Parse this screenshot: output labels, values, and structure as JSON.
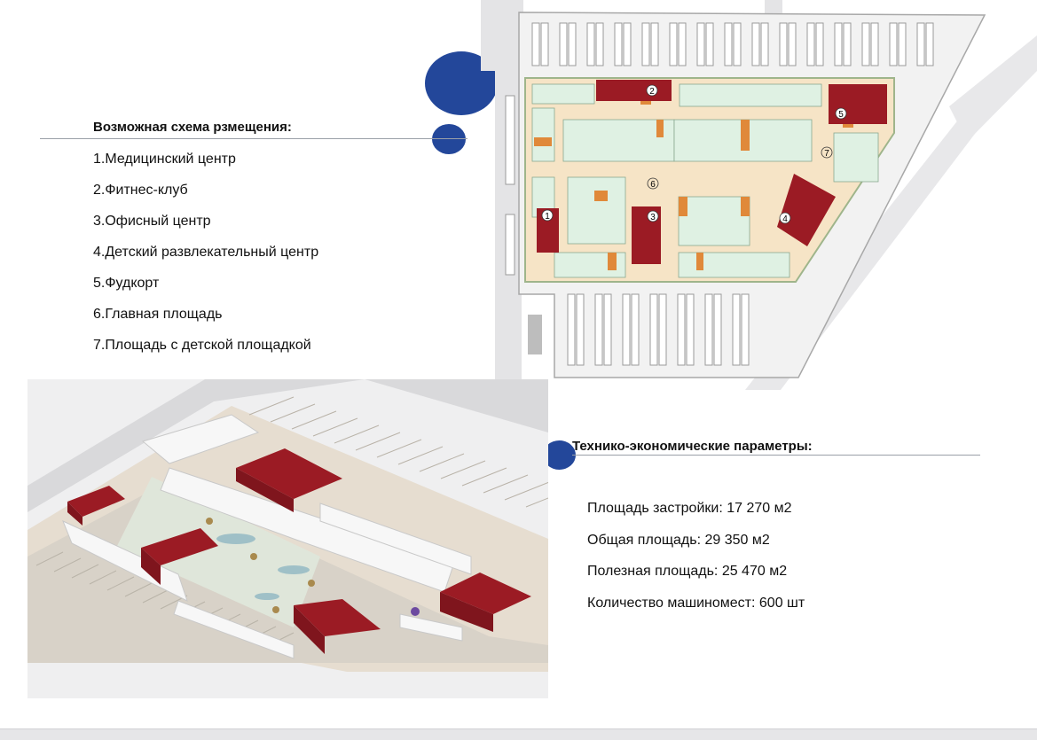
{
  "layout_heading": "Возможная схема рзмещения:",
  "layout_items": [
    "1.Медицинский центр",
    "2.Фитнес-клуб",
    "3.Офисный центр",
    "4.Детский развлекательный центр",
    "5.Фудкорт",
    "6.Главная площадь",
    "7.Площадь с детской площадкой"
  ],
  "params_heading": "Технико-экономические параметры:",
  "params_items": [
    "Площадь застройки: 17 270 м2",
    "Общая площадь: 29 350 м2",
    "Полезная площадь: 25 470 м2",
    "Количество машиномест: 600 шт"
  ],
  "plan_markers": [
    "1",
    "2",
    "3",
    "4",
    "5",
    "6",
    "7"
  ],
  "colors": {
    "accent_blue": "#23479a",
    "building_red": "#9b1b24",
    "plaza_beige": "#f6e4c6",
    "store_green": "#dff1e3",
    "store_orange": "#e0893a"
  }
}
